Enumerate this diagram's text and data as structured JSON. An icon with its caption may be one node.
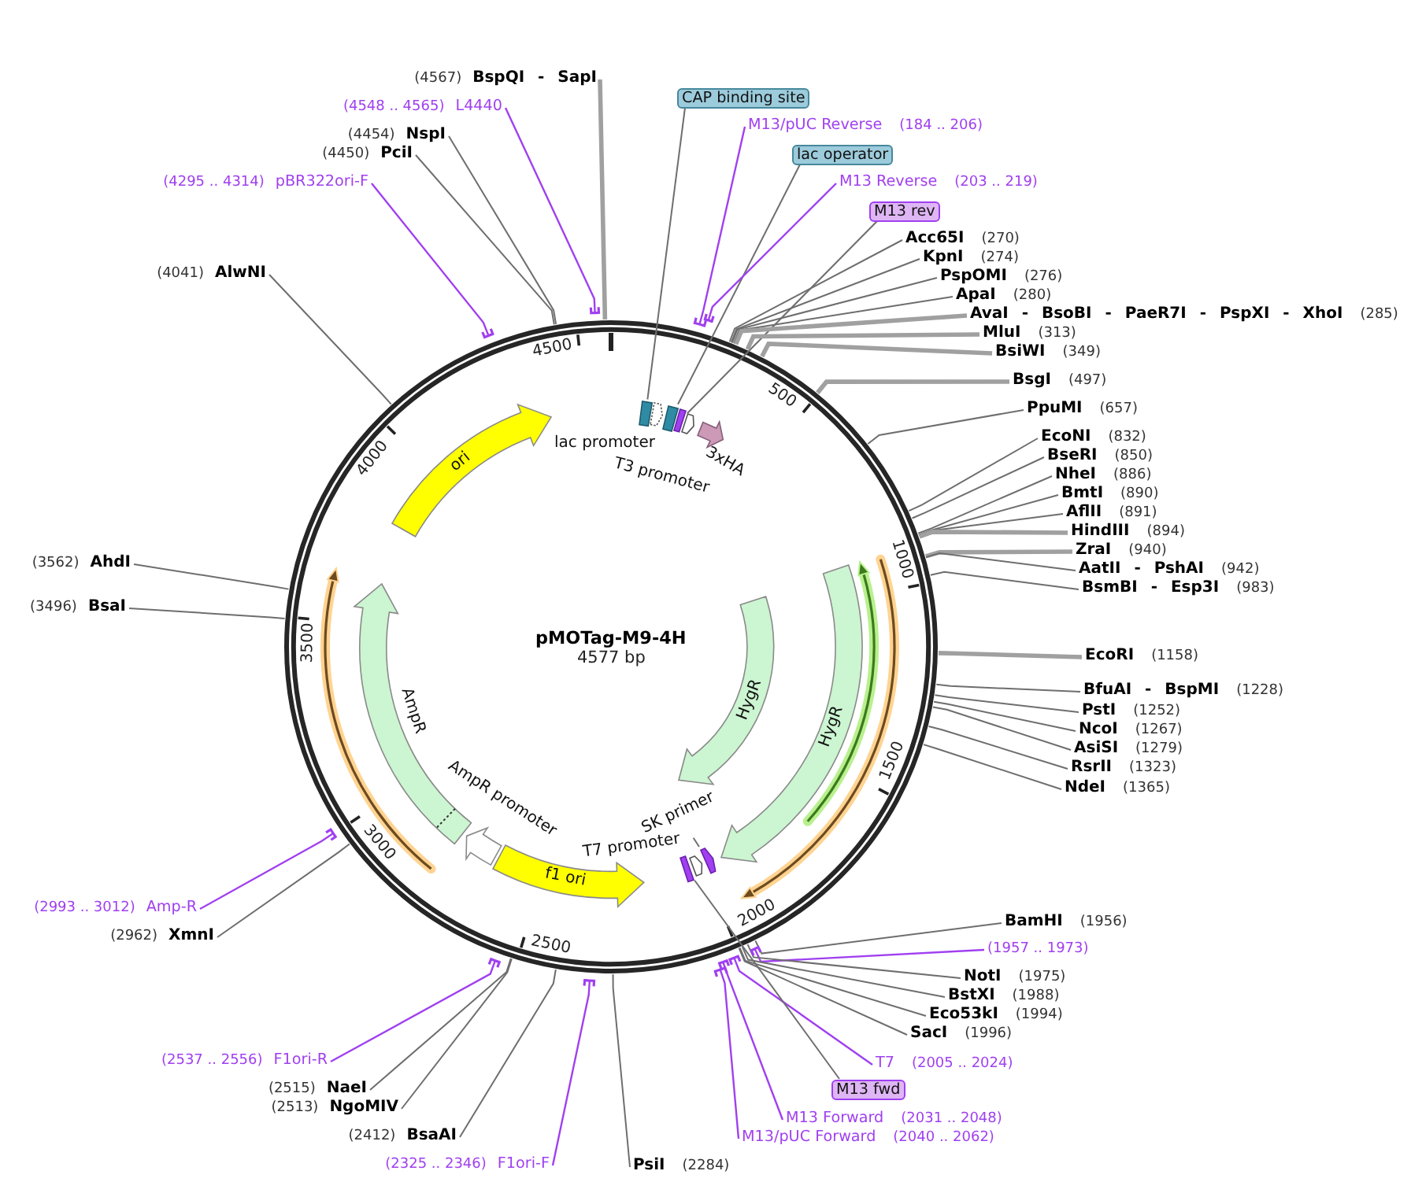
{
  "diagram": {
    "nodes": [
      {
        "text": [
          "pMOTag-M9-4H",
          "4577 bp"
        ]
      },
      {
        "text": [
          "ori"
        ],
        "in": 0
      },
      {
        "text": [
          "AmpR"
        ],
        "in": 0
      },
      {
        "text": [],
        "shape": "arrow",
        "beside": [
          "AmpR promoter"
        ],
        "in": 0
      },
      {
        "text": [
          "f1 ori"
        ],
        "in": 0
      },
      {
        "text": [
          "HygR"
        ],
        "in": 0
      },
      {
        "text": [
          "HygR"
        ],
        "in": 0
      },
      {
        "text": [],
        "shape": "box",
        "in": 0
      },
      {
        "text": [],
        "shape": "arrow",
        "beside": [
          "lac promoter"
        ],
        "in": 0
      },
      {
        "text": [],
        "shape": "box",
        "in": 0
      },
      {
        "text": [],
        "shape": "box",
        "in": 0
      },
      {
        "text": [],
        "shape": "arrow",
        "in": 0
      },
      {
        "text": [],
        "shape": "arrow",
        "beside": [
          "3xHA"
        ],
        "in": 0
      },
      {
        "text": [],
        "shape": "arrow",
        "in": 0
      },
      {
        "text": [],
        "shape": "box",
        "in": 0
      },
      {
        "text": [],
        "shape": "arrow",
        "in": 0
      },
      {
        "text": [
          "SK primer"
        ],
        "in": 0
      },
      {
        "text": [
          "(4567)",
          "BspQI - SapI"
        ]
      },
      {
        "text": [
          "CAP binding site"
        ]
      },
      {
        "text": [
          "(4548 .. 4565)",
          "L4440"
        ]
      },
      {
        "text": [
          "M13/pUC Reverse",
          "(184 .. 206)"
        ]
      },
      {
        "text": [
          "(4454)",
          "NspI"
        ]
      },
      {
        "text": [
          "(4450)",
          "PciI"
        ]
      },
      {
        "text": [
          "lac operator"
        ]
      },
      {
        "text": [
          "(4295 .. 4314)",
          "pBR322ori-F"
        ]
      },
      {
        "text": [
          "M13 Reverse",
          "(203 .. 219)"
        ]
      },
      {
        "text": [
          "M13 rev"
        ]
      },
      {
        "text": [
          "Acc65I",
          "(270)"
        ]
      },
      {
        "text": [
          "KpnI",
          "(274)"
        ]
      },
      {
        "text": [
          "(4041)",
          "AlwNI"
        ]
      },
      {
        "text": [
          "PspOMI",
          "(276)"
        ]
      },
      {
        "text": [
          "ApaI",
          "(280)"
        ]
      },
      {
        "text": [
          "AvaI - BsoBI - PaeR7I - PspXI - XhoI",
          "(285)"
        ]
      },
      {
        "text": [
          "MluI",
          "(313)"
        ]
      },
      {
        "text": [
          "BsiWI",
          "(349)"
        ]
      },
      {
        "text": [
          "BsgI",
          "(497)"
        ]
      },
      {
        "text": [
          "PpuMI",
          "(657)"
        ]
      },
      {
        "text": [
          "EcoNI",
          "(832)"
        ]
      },
      {
        "text": [
          "BseRI",
          "(850)"
        ]
      },
      {
        "text": [
          "NheI",
          "(886)"
        ]
      },
      {
        "text": [
          "BmtI",
          "(890)"
        ]
      },
      {
        "text": [
          "AflII",
          "(891)"
        ]
      },
      {
        "text": [
          "HindIII",
          "(894)"
        ]
      },
      {
        "text": [
          "ZraI",
          "(940)"
        ]
      },
      {
        "text": [
          "(3562)",
          "AhdI"
        ]
      },
      {
        "text": [
          "AatII - PshAI",
          "(942)"
        ]
      },
      {
        "text": [
          "BsmBI - Esp3I",
          "(983)"
        ]
      },
      {
        "text": [
          "(3496)",
          "BsaI"
        ]
      },
      {
        "text": [
          "EcoRI",
          "(1158)"
        ]
      },
      {
        "text": [
          "BfuAI - BspMI",
          "(1228)"
        ]
      },
      {
        "text": [
          "PstI",
          "(1252)"
        ]
      },
      {
        "text": [
          "NcoI",
          "(1267)"
        ]
      },
      {
        "text": [
          "AsiSI",
          "(1279)"
        ]
      },
      {
        "text": [
          "RsrII",
          "(1323)"
        ]
      },
      {
        "text": [
          "NdeI",
          "(1365)"
        ]
      },
      {
        "text": [
          "(2993 .. 3012)",
          "Amp-R"
        ]
      },
      {
        "text": [
          "BamHI",
          "(1956)"
        ]
      },
      {
        "text": [
          "(2962)",
          "XmnI"
        ]
      },
      {
        "text": [
          "(1957 .. 1973)"
        ]
      },
      {
        "text": [
          "NotI",
          "(1975)"
        ]
      },
      {
        "text": [
          "BstXI",
          "(1988)"
        ]
      },
      {
        "text": [
          "Eco53kI",
          "(1994)"
        ]
      },
      {
        "text": [
          "SacI",
          "(1996)"
        ]
      },
      {
        "text": [
          "(2537 .. 2556)",
          "F1ori-R"
        ]
      },
      {
        "text": [
          "T7",
          "(2005 .. 2024)"
        ]
      },
      {
        "text": [
          "(2515)",
          "NaeI"
        ]
      },
      {
        "text": [
          "M13 fwd"
        ]
      },
      {
        "text": [
          "(2513)",
          "NgoMIV"
        ]
      },
      {
        "text": [
          "M13 Forward",
          "(2031 .. 2048)"
        ]
      },
      {
        "text": [
          "(2412)",
          "BsaAI"
        ]
      },
      {
        "text": [
          "M13/pUC Forward",
          "(2040 .. 2062)"
        ]
      },
      {
        "text": [
          "(2325 .. 2346)",
          "F1ori-F"
        ]
      },
      {
        "text": [
          "PsiI",
          "(2284)"
        ]
      }
    ],
    "edges": [
      {
        "from": 16,
        "to": 15,
        "arrow": "none"
      },
      {
        "from": 17,
        "to": 0,
        "arrow": "none",
        "style": "thick"
      },
      {
        "from": 18,
        "to": 7,
        "arrow": "none"
      },
      {
        "from": 19,
        "to": 0,
        "arrow": "none",
        "color": "#a040f0"
      },
      {
        "from": 20,
        "to": 0,
        "arrow": "none",
        "color": "#a040f0"
      },
      {
        "from": 21,
        "to": 0,
        "arrow": "none"
      },
      {
        "from": 22,
        "to": 0,
        "arrow": "none"
      },
      {
        "from": 23,
        "to": 9,
        "arrow": "none"
      },
      {
        "from": 24,
        "to": 0,
        "arrow": "none",
        "color": "#a040f0"
      },
      {
        "from": 25,
        "to": 0,
        "arrow": "none",
        "color": "#a040f0"
      },
      {
        "from": 26,
        "to": 10,
        "arrow": "none"
      },
      {
        "from": 27,
        "to": 0,
        "arrow": "none"
      },
      {
        "from": 28,
        "to": 0,
        "arrow": "none"
      },
      {
        "from": 29,
        "to": 0,
        "arrow": "none"
      },
      {
        "from": 30,
        "to": 0,
        "arrow": "none"
      },
      {
        "from": 31,
        "to": 0,
        "arrow": "none"
      },
      {
        "from": 32,
        "to": 0,
        "arrow": "none",
        "style": "thick"
      },
      {
        "from": 33,
        "to": 0,
        "arrow": "none",
        "style": "thick"
      },
      {
        "from": 34,
        "to": 0,
        "arrow": "none",
        "style": "thick"
      },
      {
        "from": 35,
        "to": 0,
        "arrow": "none",
        "style": "thick"
      },
      {
        "from": 36,
        "to": 0,
        "arrow": "none"
      },
      {
        "from": 37,
        "to": 0,
        "arrow": "none"
      },
      {
        "from": 38,
        "to": 0,
        "arrow": "none"
      },
      {
        "from": 39,
        "to": 0,
        "arrow": "none"
      },
      {
        "from": 40,
        "to": 0,
        "arrow": "none"
      },
      {
        "from": 41,
        "to": 0,
        "arrow": "none"
      },
      {
        "from": 42,
        "to": 0,
        "arrow": "none",
        "style": "thick"
      },
      {
        "from": 43,
        "to": 0,
        "arrow": "none",
        "style": "thick"
      },
      {
        "from": 44,
        "to": 0,
        "arrow": "none"
      },
      {
        "from": 45,
        "to": 0,
        "arrow": "none"
      },
      {
        "from": 46,
        "to": 0,
        "arrow": "none"
      },
      {
        "from": 47,
        "to": 0,
        "arrow": "none"
      },
      {
        "from": 48,
        "to": 0,
        "arrow": "none",
        "style": "thick"
      },
      {
        "from": 49,
        "to": 0,
        "arrow": "none"
      },
      {
        "from": 50,
        "to": 0,
        "arrow": "none"
      },
      {
        "from": 51,
        "to": 0,
        "arrow": "none"
      },
      {
        "from": 52,
        "to": 0,
        "arrow": "none"
      },
      {
        "from": 53,
        "to": 0,
        "arrow": "none"
      },
      {
        "from": 54,
        "to": 0,
        "arrow": "none"
      },
      {
        "from": 55,
        "to": 0,
        "arrow": "none",
        "color": "#a040f0"
      },
      {
        "from": 56,
        "to": 0,
        "arrow": "none"
      },
      {
        "from": 57,
        "to": 0,
        "arrow": "none"
      },
      {
        "from": 58,
        "to": 0,
        "arrow": "none",
        "color": "#a040f0"
      },
      {
        "from": 59,
        "to": 0,
        "arrow": "none"
      },
      {
        "from": 60,
        "to": 0,
        "arrow": "none"
      },
      {
        "from": 61,
        "to": 0,
        "arrow": "none"
      },
      {
        "from": 62,
        "to": 0,
        "arrow": "none"
      },
      {
        "from": 63,
        "to": 0,
        "arrow": "none",
        "color": "#a040f0"
      },
      {
        "from": 64,
        "to": 0,
        "arrow": "none",
        "color": "#a040f0"
      },
      {
        "from": 65,
        "to": 0,
        "arrow": "none"
      },
      {
        "from": 66,
        "to": 14,
        "arrow": "none"
      },
      {
        "from": 67,
        "to": 0,
        "arrow": "none"
      },
      {
        "from": 68,
        "to": 0,
        "arrow": "none",
        "color": "#a040f0"
      },
      {
        "from": 69,
        "to": 0,
        "arrow": "none"
      },
      {
        "from": 70,
        "to": 0,
        "arrow": "none",
        "color": "#a040f0"
      },
      {
        "from": 71,
        "to": 0,
        "arrow": "none",
        "color": "#a040f0"
      },
      {
        "from": 72,
        "to": 0,
        "arrow": "none"
      }
    ],
    "labels": [
      "4500",
      "500",
      "4000",
      "T3 promoter",
      "1000",
      "3500",
      "1500",
      "3000",
      "T7 promoter",
      "2000",
      "2500"
    ]
  }
}
